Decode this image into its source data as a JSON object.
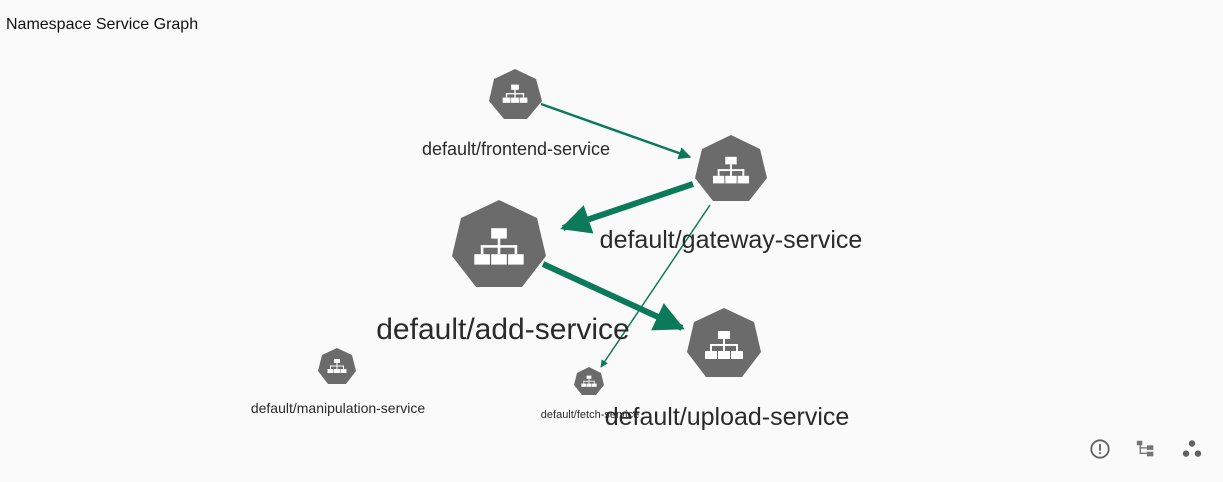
{
  "title": "Namespace Service Graph",
  "nodes": {
    "frontend": "default/frontend-service",
    "gateway": "default/gateway-service",
    "add": "default/add-service",
    "upload": "default/upload-service",
    "manipulation": "default/manipulation-service",
    "fetch": "default/fetch-service"
  },
  "colors": {
    "node": "#6b6b6b",
    "edge": "#0b7a5a",
    "icon": "#616161"
  },
  "toolbar": {
    "icons": [
      "alert-icon",
      "tree-layout-icon",
      "cluster-layout-icon"
    ]
  }
}
